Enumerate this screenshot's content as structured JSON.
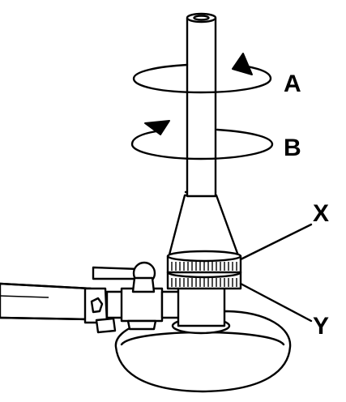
{
  "diagram": {
    "labels": {
      "a": "A",
      "b": "B",
      "x": "X",
      "y": "Y"
    },
    "colors": {
      "ink": "#000000",
      "background": "#ffffff"
    }
  }
}
